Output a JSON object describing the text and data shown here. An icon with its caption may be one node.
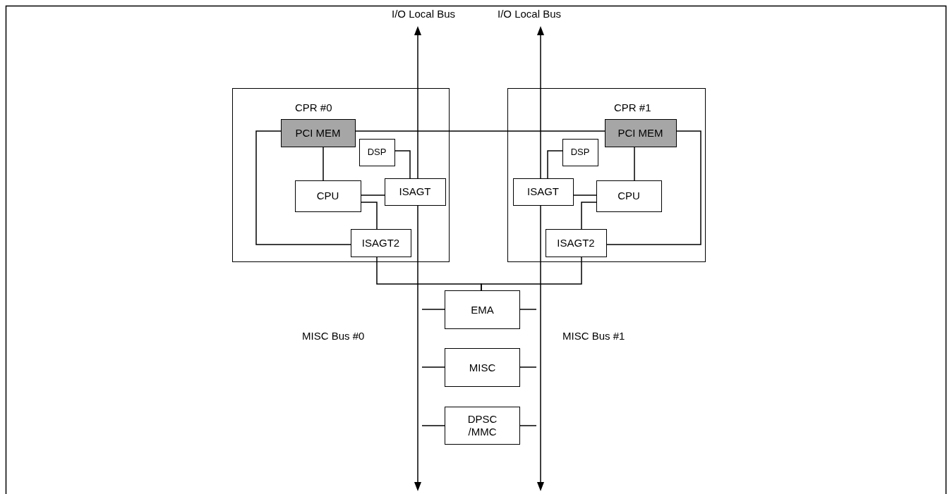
{
  "diagram": {
    "nodes": [
      {
        "text": [
          "CPR #0"
        ]
      },
      {
        "text": [
          "PCI MEM"
        ],
        "in": 0
      },
      {
        "text": [
          "DSP"
        ],
        "in": 0
      },
      {
        "text": [
          "CPU"
        ],
        "in": 0
      },
      {
        "text": [
          "ISAGT"
        ],
        "in": 0
      },
      {
        "text": [
          "ISAGT2"
        ],
        "in": 0
      },
      {
        "text": [
          "CPR #1"
        ]
      },
      {
        "text": [
          "PCI MEM"
        ],
        "in": 6
      },
      {
        "text": [
          "DSP"
        ],
        "in": 6
      },
      {
        "text": [
          "ISAGT"
        ],
        "in": 6
      },
      {
        "text": [
          "CPU"
        ],
        "in": 6
      },
      {
        "text": [
          "ISAGT2"
        ],
        "in": 6
      },
      {
        "text": [
          "EMA"
        ]
      },
      {
        "text": [
          "MISC"
        ]
      },
      {
        "text": [
          "DPSC /MMC"
        ]
      },
      {
        "text": [],
        "shape": "bar",
        "beside": [
          "I/O Local Bus"
        ]
      },
      {
        "text": [],
        "shape": "bar",
        "beside": [
          "I/O Local Bus"
        ]
      }
    ],
    "labels": [
      "MISC Bus #0",
      "MISC Bus #1"
    ],
    "edges": [
      {
        "from": 1,
        "to": 3,
        "arrow": "none"
      },
      {
        "from": 1,
        "to": 5,
        "arrow": "none"
      },
      {
        "from": 1,
        "to": 7,
        "arrow": "none"
      },
      {
        "from": 2,
        "to": 4,
        "arrow": "none"
      },
      {
        "from": 3,
        "to": 4,
        "arrow": "none"
      },
      {
        "from": 3,
        "to": 5,
        "arrow": "none"
      },
      {
        "from": 5,
        "to": 12,
        "arrow": "none"
      },
      {
        "from": 7,
        "to": 10,
        "arrow": "none"
      },
      {
        "from": 7,
        "to": 11,
        "arrow": "none"
      },
      {
        "from": 8,
        "to": 9,
        "arrow": "none"
      },
      {
        "from": 9,
        "to": 10,
        "arrow": "none"
      },
      {
        "from": 10,
        "to": 11,
        "arrow": "none"
      },
      {
        "from": 11,
        "to": 12,
        "arrow": "none"
      },
      {
        "from": 12,
        "to": 15,
        "arrow": "none"
      },
      {
        "from": 12,
        "to": 16,
        "arrow": "none"
      },
      {
        "from": 13,
        "to": 15,
        "arrow": "none"
      },
      {
        "from": 13,
        "to": 16,
        "arrow": "none"
      },
      {
        "from": 14,
        "to": 15,
        "arrow": "none"
      },
      {
        "from": 14,
        "to": 16,
        "arrow": "none"
      }
    ]
  }
}
